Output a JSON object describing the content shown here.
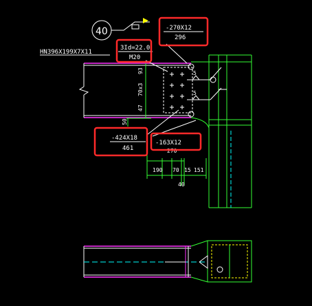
{
  "colors": {
    "background": "#000000",
    "member": "#ffffff",
    "flange": "#ff33ff",
    "plate": "#ffffff",
    "column": "#33ff33",
    "center_line": "#00ffff",
    "highlight": "#ff2a2a",
    "dimension": "#33ff33"
  },
  "labels": {
    "detail_no": "40",
    "beam_section": "HN396X199X7X11",
    "hole_spec": "3Id=22.0",
    "bolt_size": "M20",
    "plate_top_size": "-270X12",
    "plate_top_length": "296",
    "plate_web_size": "-424X18",
    "plate_web_length": "461",
    "plate_bottom": "-163X12",
    "weld_size_1": "5",
    "weld_size_2": "5"
  },
  "dimensions": {
    "top_edge": "93",
    "bolt_pitch": "70x3",
    "bottom_edge": "47",
    "gap": "50",
    "plate_length": "270",
    "d190": "190",
    "d70": "70",
    "d15": "15",
    "d151": "151",
    "d40": "40"
  }
}
